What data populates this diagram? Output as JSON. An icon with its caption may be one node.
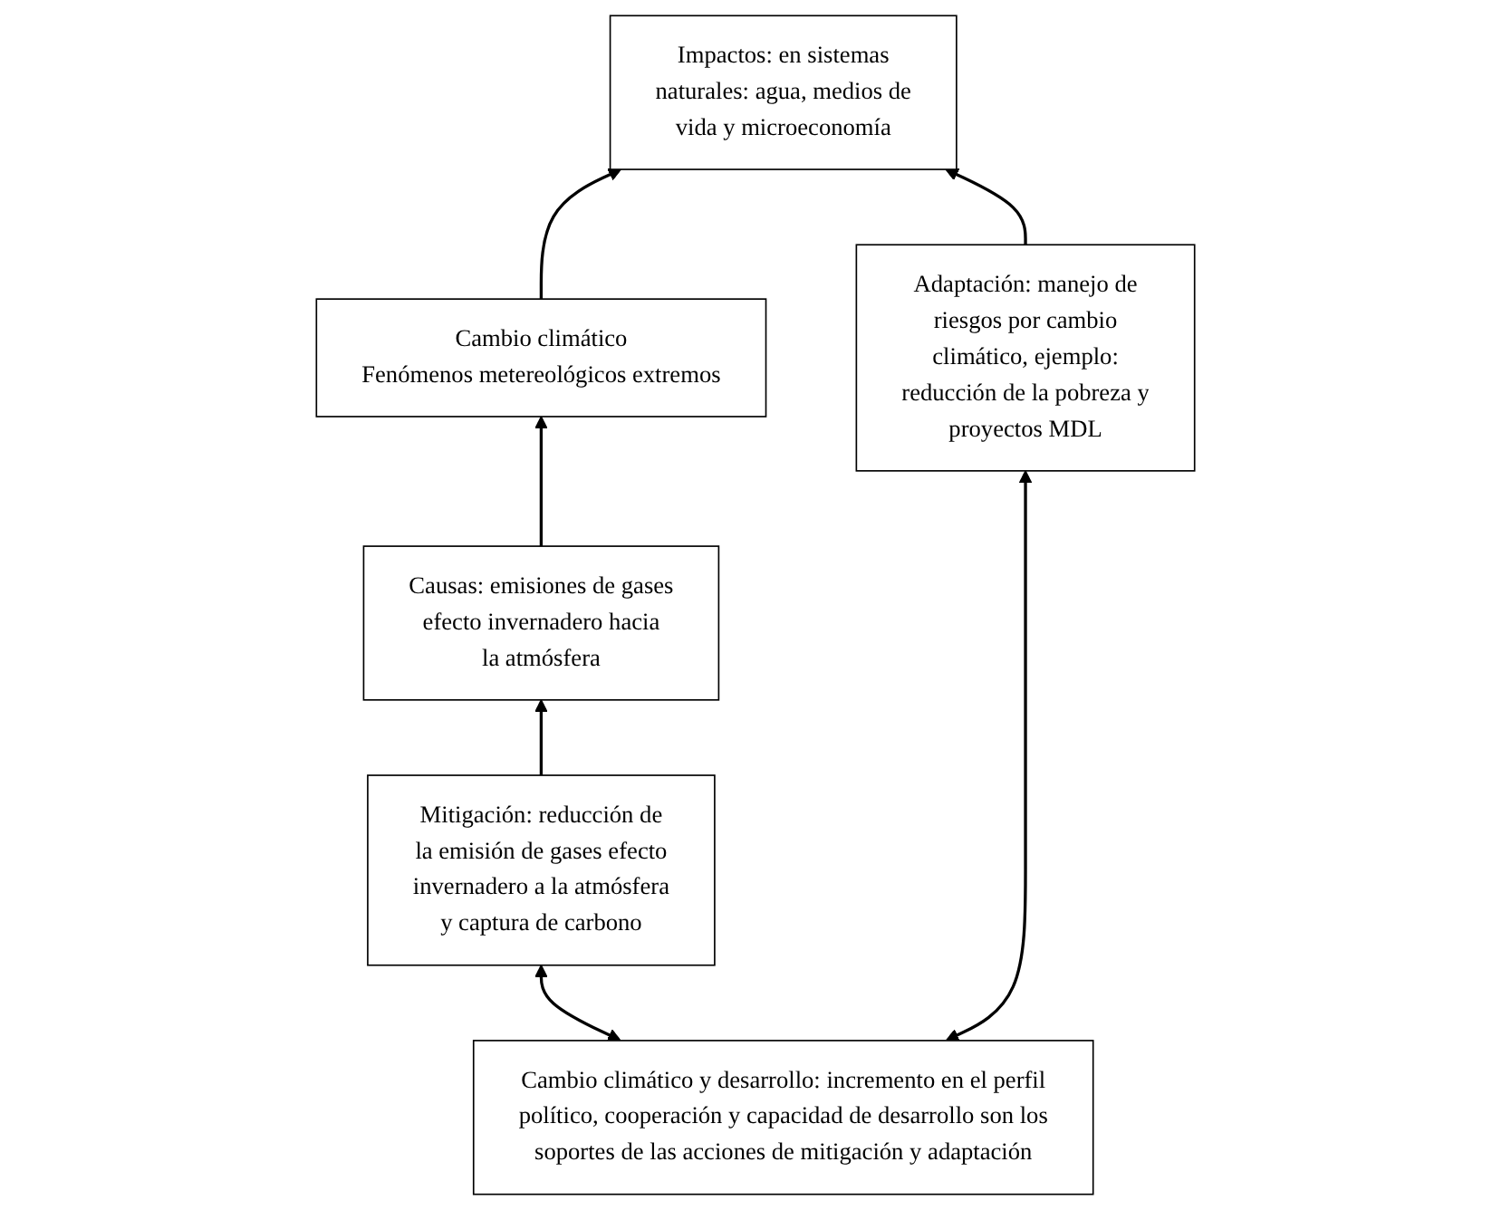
{
  "diagram": {
    "nodes": [
      {
        "text": [
          "Cambio climático",
          "Fenómenos metereológicos extremos"
        ]
      },
      {
        "text": [
          "Causas: emisiones de gases efecto invernadero hacia la atmósfera"
        ]
      },
      {
        "text": [
          "Impactos: en sistemas naturales: agua, medios de vida y microeconomía"
        ]
      },
      {
        "text": [
          "Mitigación: reducción de la emisión de gases efecto invernadero a la atmósfera y captura de carbono"
        ]
      },
      {
        "text": [
          "Adaptación: manejo de riesgos por cambio climático, ejemplo: reducción de la pobreza y proyectos MDL"
        ]
      },
      {
        "text": [
          "Cambio climático y desarrollo: incremento en el perfil político, cooperación y capacidad de desarrollo son los soportes de las acciones de mitigación y adaptación"
        ]
      }
    ],
    "edges": [
      {
        "from": 1,
        "to": 0,
        "arrow": "to"
      },
      {
        "from": 0,
        "to": 2,
        "arrow": "to"
      },
      {
        "from": 3,
        "to": 1,
        "arrow": "to"
      },
      {
        "from": 4,
        "to": 2,
        "arrow": "to"
      },
      {
        "from": 5,
        "to": 3,
        "arrow": "both"
      },
      {
        "from": 5,
        "to": 4,
        "arrow": "both"
      }
    ]
  }
}
